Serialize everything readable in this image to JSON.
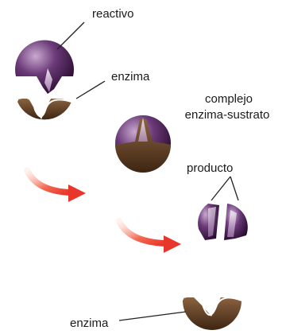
{
  "labels": {
    "substrate": "reactivo",
    "enzyme_top": "enzima",
    "complex_line1": "complejo",
    "complex_line2": "enzima-sustrato",
    "products": "producto",
    "enzyme_bottom": "enzima"
  },
  "colors": {
    "substrate_dark": "#2a0c30",
    "substrate_mid": "#6b3a78",
    "substrate_light": "#c9a9d0",
    "enzyme_dark": "#3d2512",
    "enzyme_mid": "#7a5230",
    "arrow_red": "#e8362a",
    "arrow_pale": "#ffd8cc",
    "leader_line": "#222222"
  }
}
